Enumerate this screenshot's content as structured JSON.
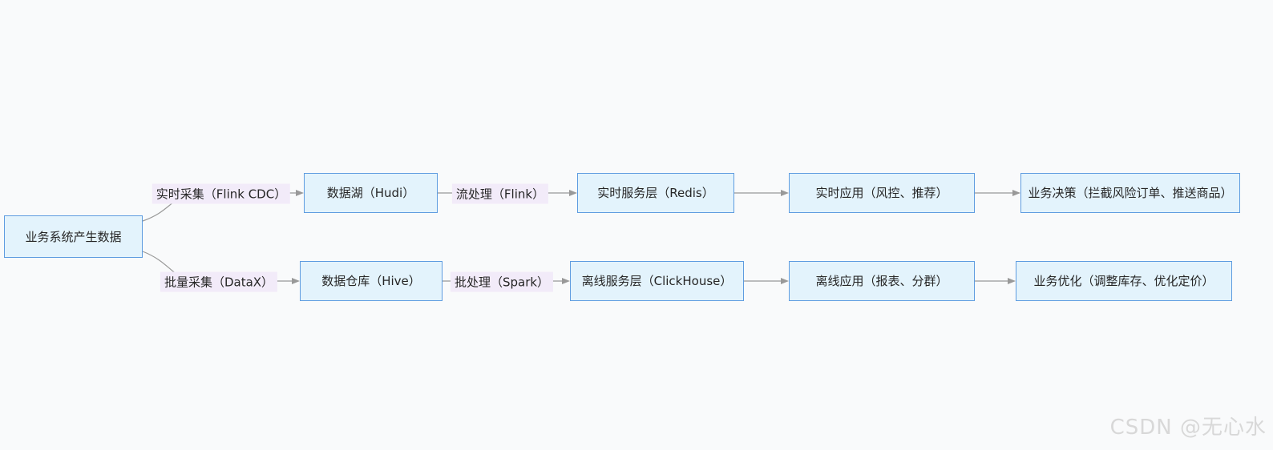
{
  "diagram": {
    "source_node": {
      "label": "业务系统产生数据"
    },
    "realtime_path": {
      "collect_edge_label": "实时采集（Flink CDC）",
      "process_edge_label": "流处理（Flink）",
      "nodes": [
        {
          "id": "data-lake",
          "label": "数据湖（Hudi）"
        },
        {
          "id": "realtime-serving",
          "label": "实时服务层（Redis）"
        },
        {
          "id": "realtime-app",
          "label": "实时应用（风控、推荐）"
        },
        {
          "id": "business-decision",
          "label": "业务决策（拦截风险订单、推送商品）"
        }
      ]
    },
    "batch_path": {
      "collect_edge_label": "批量采集（DataX）",
      "process_edge_label": "批处理（Spark）",
      "nodes": [
        {
          "id": "data-warehouse",
          "label": "数据仓库（Hive）"
        },
        {
          "id": "offline-serving",
          "label": "离线服务层（ClickHouse）"
        },
        {
          "id": "offline-app",
          "label": "离线应用（报表、分群）"
        },
        {
          "id": "business-optimization",
          "label": "业务优化（调整库存、优化定价）"
        }
      ]
    }
  },
  "watermark": {
    "text": "CSDN @无心水"
  },
  "colors": {
    "node_fill": "#E3F3FC",
    "node_border": "#5E9CE0",
    "edge_label_bg": "#F2EBF9",
    "line": "#999999",
    "text": "#262626",
    "background": "#F9FAFB",
    "watermark": "#D8D8D8"
  }
}
